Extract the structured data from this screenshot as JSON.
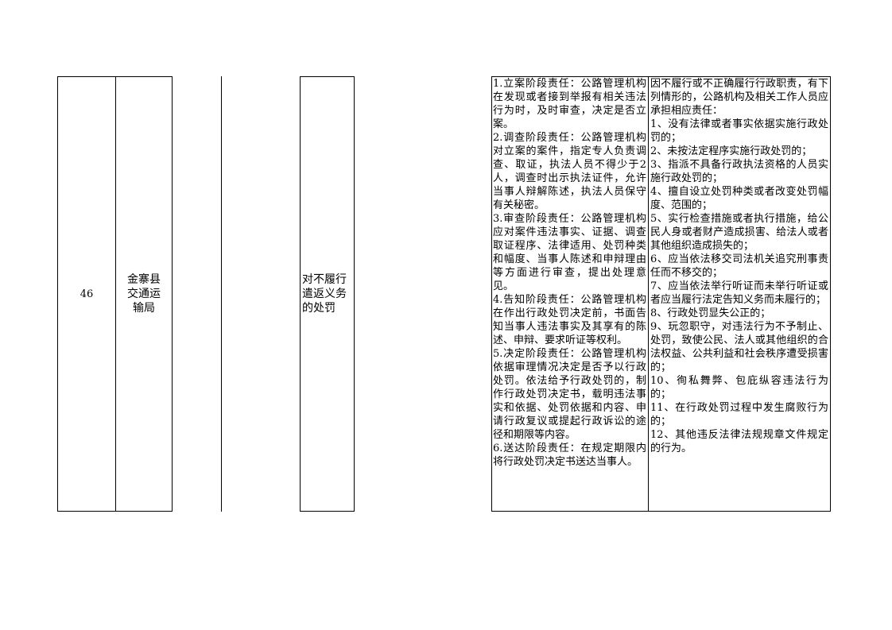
{
  "row": {
    "number": "46",
    "department": "金寨县交通运输局",
    "item_name": "对不履行遣返义务的处罚",
    "responsibilities": [
      "1.立案阶段责任：公路管理机构在发现或者接到举报有相关违法行为时，及时审查，决定是否立案。",
      "2.调查阶段责任：公路管理机构对立案的案件，指定专人负责调查、取证，执法人员不得少于2人，调查时出示执法证件，允许当事人辩解陈述，执法人员保守有关秘密。",
      "3.审查阶段责任：公路管理机构应对案件违法事实、证据、调查取证程序、法律适用、处罚种类和幅度、当事人陈述和申辩理由等方面进行审查，提出处理意见。",
      "4.告知阶段责任：公路管理机构在作出行政处罚决定前，书面告知当事人违法事实及其享有的陈述、申辩、要求听证等权利。",
      "5.决定阶段责任：公路管理机构依据审理情况决定是否予以行政处罚。依法给予行政处罚的，制作行政处罚决定书，载明违法事实和依据、处罚依据和内容、申请行政复议或提起行政诉讼的途径和期限等内容。",
      "6.送达阶段责任：在规定期限内将行政处罚决定书送达当事人。"
    ],
    "accountability_intro": "因不履行或不正确履行行政职责，有下列情形的，公路机构及相关工作人员应承担相应责任：",
    "accountability_items": [
      "1、没有法律或者事实依据实施行政处罚的；",
      "2、未按法定程序实施行政处罚的；",
      "3、指派不具备行政执法资格的人员实施行政处罚的；",
      "4、擅自设立处罚种类或者改变处罚幅度、范围的；",
      "5、实行检查措施或者执行措施，给公民人身或者财产造成损害、给法人或者其他组织造成损失的；",
      "6、应当依法移交司法机关追究刑事责任而不移交的；",
      "7、应当依法举行听证而未举行听证或者应当履行法定告知义务而未履行的；",
      "8、行政处罚显失公正的；",
      "9、玩忽职守，对违法行为不予制止、处罚，致使公民、法人或其他组织的合法权益、公共利益和社会秩序遭受损害的；",
      "10、徇私舞弊、包庇纵容违法行为的；",
      "11、在行政处罚过程中发生腐败行为的；",
      "12、其他违反法律法规规章文件规定的行为。"
    ]
  }
}
